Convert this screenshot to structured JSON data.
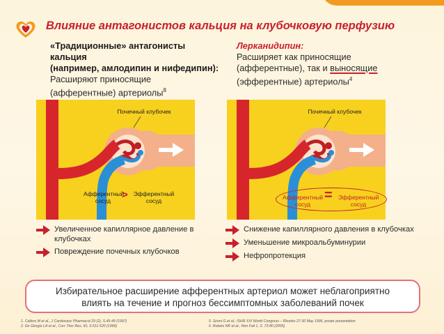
{
  "title": "Влияние антагонистов кальция на клубочковую перфузию",
  "left": {
    "header_line1": "«Традиционные» антагонисты кальция",
    "header_line2": "(например, амлодипин и нифедипин):",
    "text_line1": "Расширяют приносящие",
    "text_line2": "(афферентные) артериолы",
    "ref": "8",
    "glomerulus_label": "Почечный клубочек",
    "afferent_label": "Афферентный сосуд",
    "efferent_label": "Эфферентный сосуд",
    "operator": ">",
    "effects": [
      "Увеличенное капиллярное давление в клубочках",
      "Повреждение почечных клубочков"
    ]
  },
  "right": {
    "header": "Лерканидипин:",
    "text_line1": "Расширяет как приносящие",
    "text_line2_prefix": "(афферентные), так и ",
    "text_line2_underlined": "выносящие",
    "text_line3": "(эфферентные) артериолы",
    "ref": "4",
    "glomerulus_label": "Почечный клубочек",
    "afferent_label": "Афферентный сосуд",
    "efferent_label": "Эфферентный сосуд",
    "operator": "=",
    "effects": [
      "Снижение капиллярного давления в клубочках",
      "Уменьшение микроальбуминурии",
      "Нефропротекция"
    ]
  },
  "banner": {
    "line1": "Избирательное расширение  афферентных артериол может неблагоприятно",
    "line2": "влиять на течение и прогноз бессимптомных заболеваний почек"
  },
  "references": {
    "left": [
      "1. Callero M et al., J Cardiovasc Pharmacol 29 (2), S.45-49 (1997)",
      "2. De Giorgio LA et al., Curr Ther Res, 60, S.511-520 (1999)"
    ],
    "right": [
      "5. Sironi G et al.; ISHR XVI World Congress – Rhodes 27-30 May 1996, poster presentation",
      "6. Robets NR et al., Ren Fail 1, S. 73-80 (2005)"
    ]
  },
  "colors": {
    "accent_red": "#c8202e",
    "panel_yellow": "#f7d11e",
    "vessel_red": "#d7262b",
    "vessel_blue": "#2a8fd6",
    "tubule": "#f3b08a",
    "banner_border": "#e2707a"
  },
  "icons": [
    "heart-icon",
    "arrow-right-icon",
    "flow-arrow-icon"
  ]
}
